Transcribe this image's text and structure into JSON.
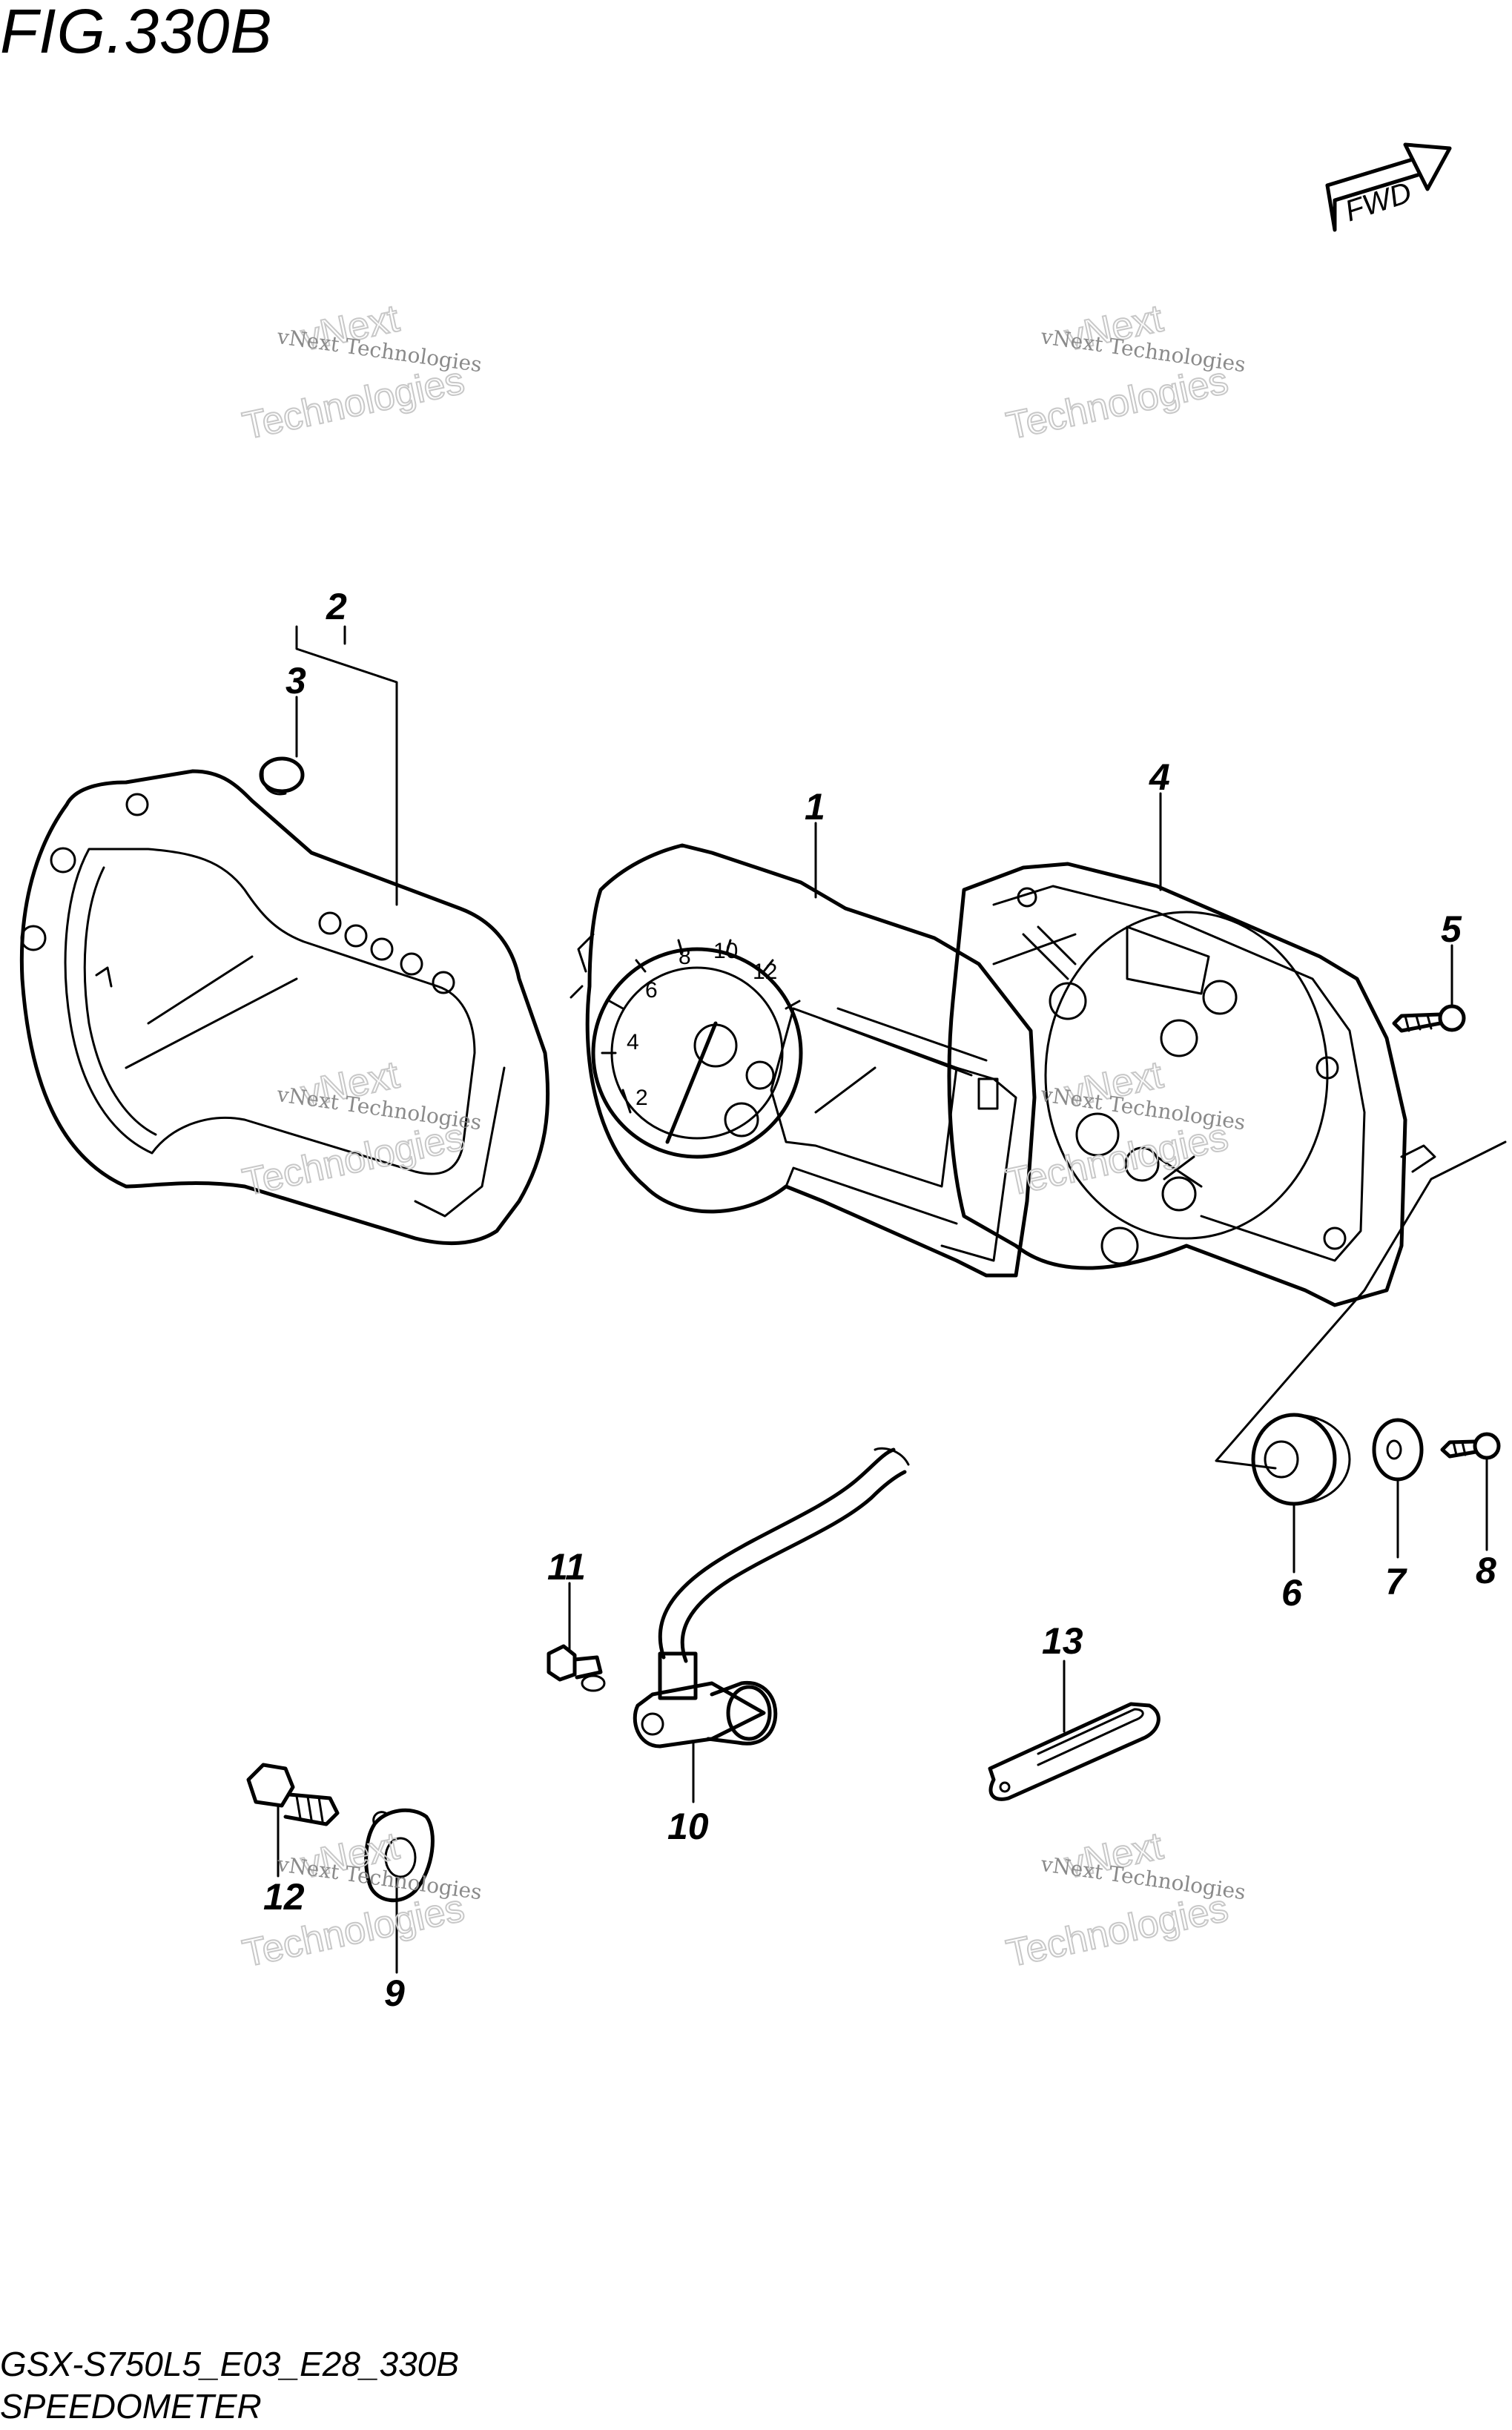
{
  "figure_title": "FIG.330B",
  "fwd_label": "FWD",
  "model_code": "GSX-S750L5_E03_E28_330B",
  "diagram_name": "SPEEDOMETER",
  "watermark": {
    "line1": "vNext Technologies",
    "line2_a": "vNext",
    "line2_b": "Technologies"
  },
  "callouts": [
    "1",
    "2",
    "3",
    "4",
    "5",
    "6",
    "7",
    "8",
    "9",
    "10",
    "11",
    "12",
    "13"
  ],
  "gauge_numbers": [
    "2",
    "4",
    "6",
    "8",
    "10",
    "12"
  ]
}
